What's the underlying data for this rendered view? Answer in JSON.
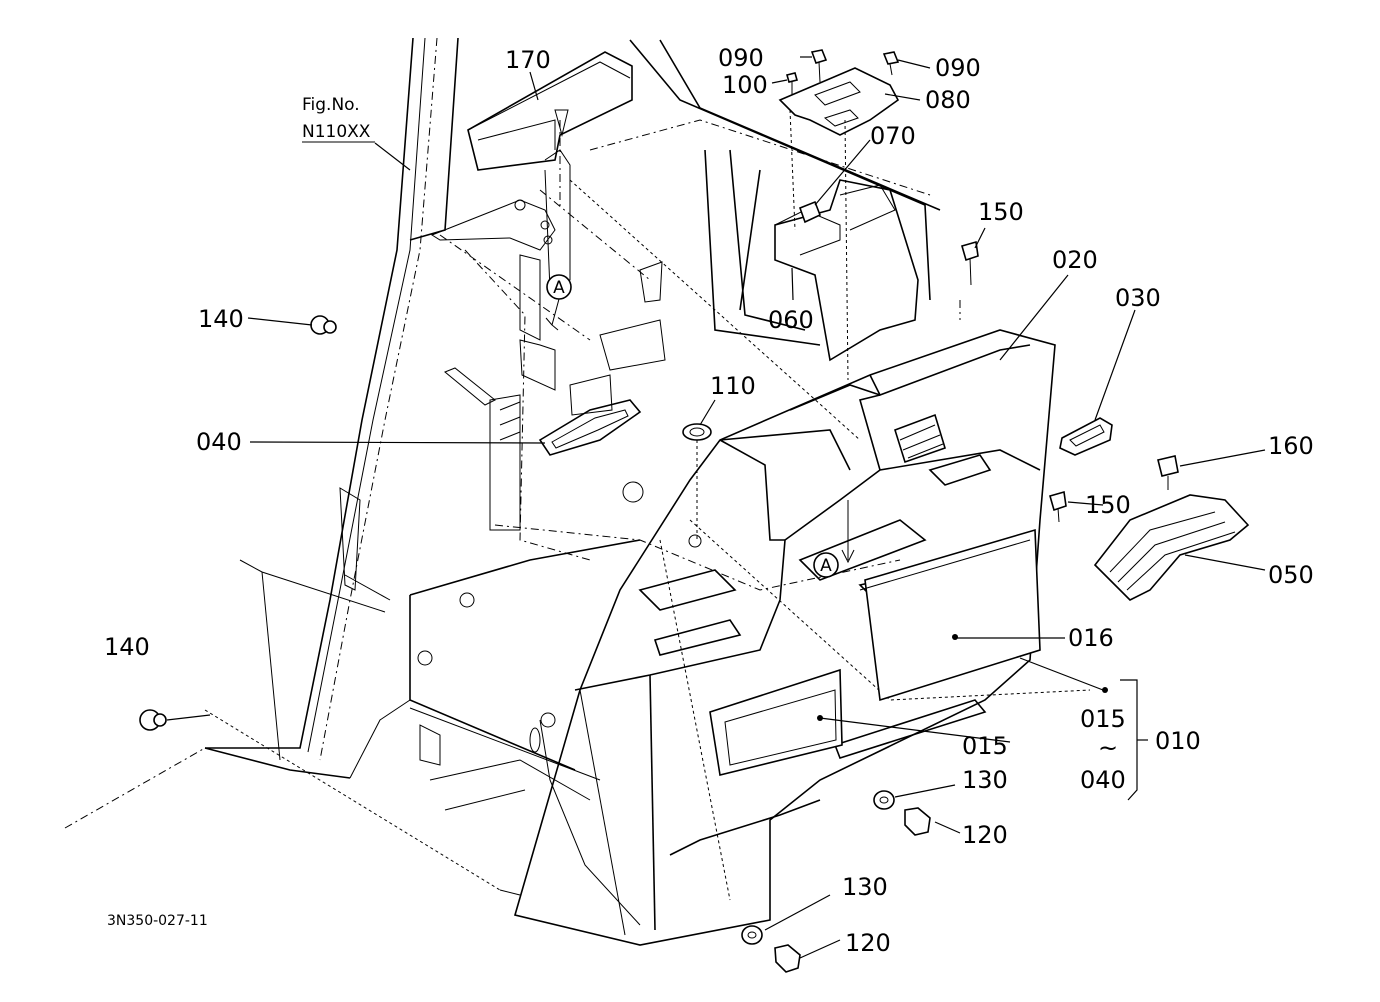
{
  "figure": {
    "fig_no_label": "Fig.No.",
    "fig_no_value": "N110XX",
    "drawing_code": "3N350-027-11",
    "detail_marker": "A"
  },
  "parts": {
    "p170": "170",
    "p090a": "090",
    "p090b": "090",
    "p100": "100",
    "p080": "080",
    "p070": "070",
    "p150a": "150",
    "p150b": "150",
    "p020": "020",
    "p030": "030",
    "p060": "060",
    "p140a": "140",
    "p140b": "140",
    "p110": "110",
    "p040": "040",
    "p160": "160",
    "p050": "050",
    "p016": "016",
    "p015a": "015",
    "p015b": "015",
    "p010": "010",
    "p040b": "040",
    "tilde": "~",
    "p130a": "130",
    "p130b": "130",
    "p120a": "120",
    "p120b": "120"
  }
}
